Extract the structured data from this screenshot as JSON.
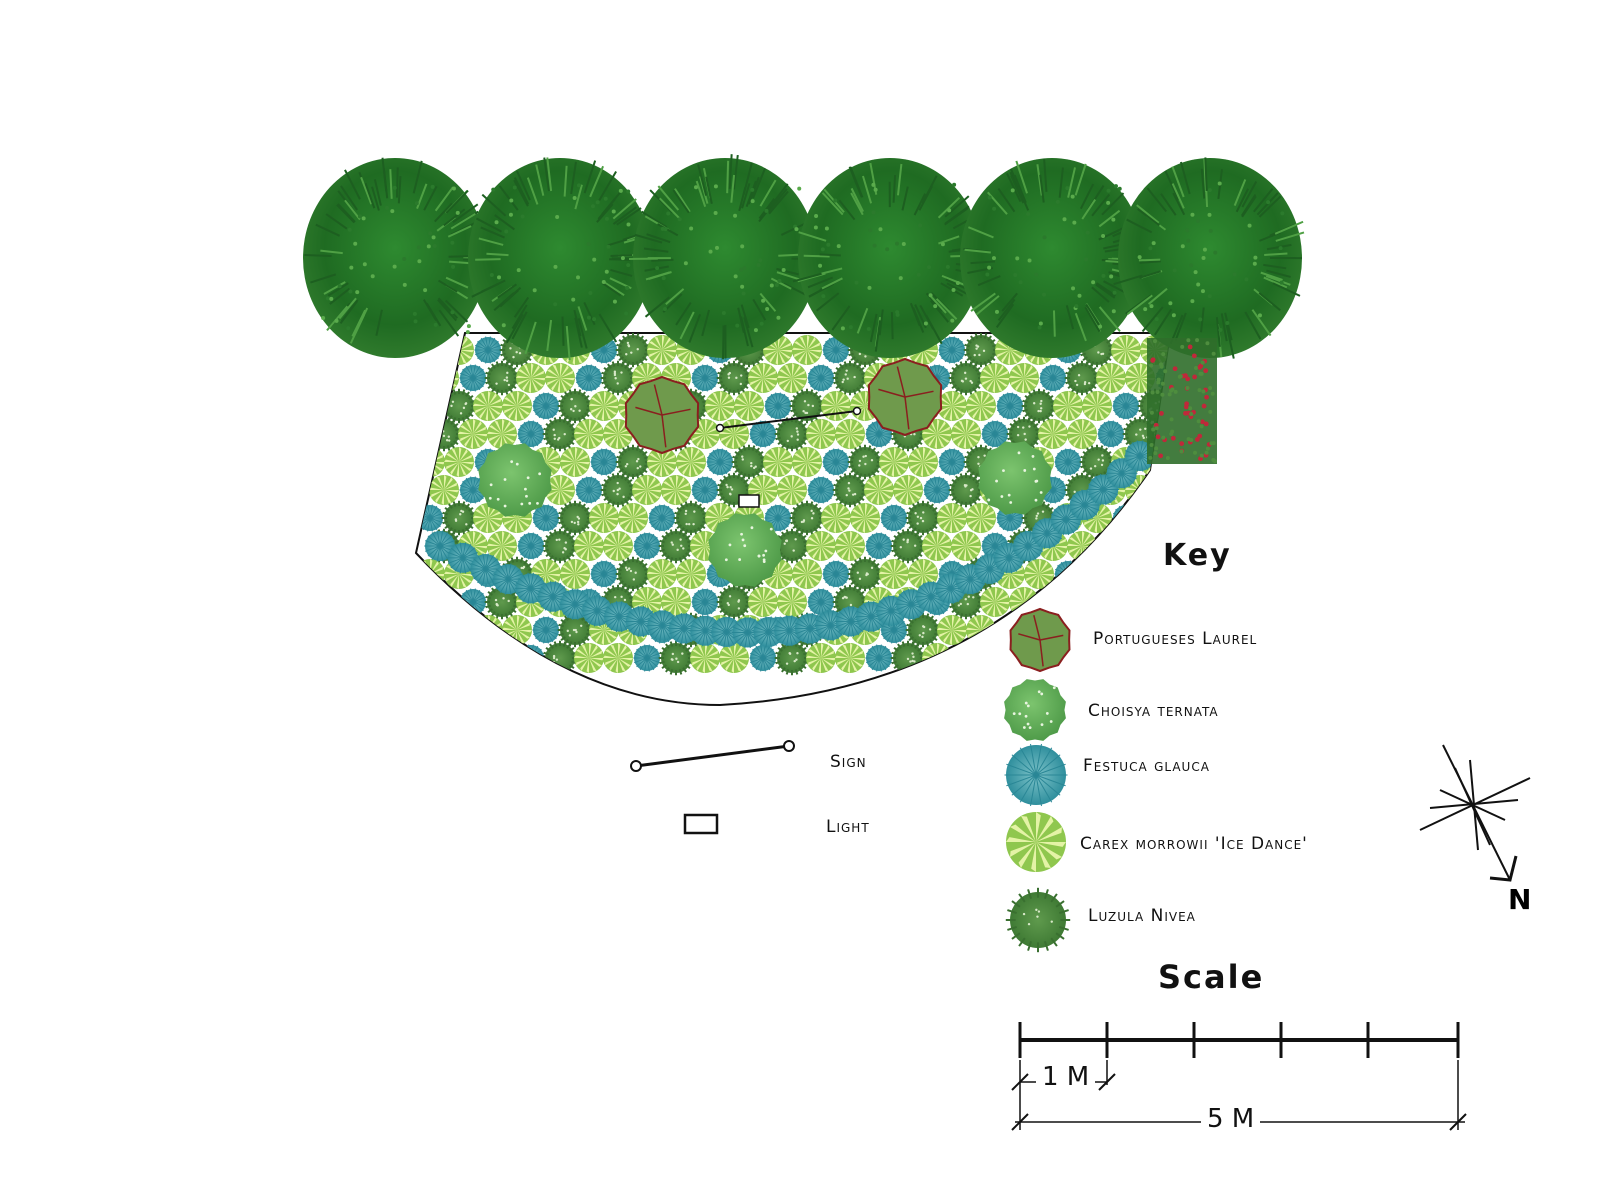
{
  "key": {
    "title": "Key",
    "items": [
      {
        "label": "Portugueses Laurel",
        "color": "#7a9a50",
        "icon": "laurel-icon"
      },
      {
        "label": "Choisya ternata",
        "color": "#5fae5a",
        "icon": "choisya-icon"
      },
      {
        "label": "Festuca glauca",
        "color": "#3a9aa8",
        "icon": "festuca-icon"
      },
      {
        "label": "Carex morrowii 'Ice Dance'",
        "color": "#9fcf5a",
        "icon": "carex-icon"
      },
      {
        "label": "Luzula Nivea",
        "color": "#4d8a3e",
        "icon": "luzula-icon"
      }
    ]
  },
  "symbols": {
    "sign": "Sign",
    "light": "Light"
  },
  "scale": {
    "title": "Scale",
    "unit_label": "1 M",
    "total_label": "5 M"
  },
  "north": "N",
  "colors": {
    "hedge_dark": "#1f6b22",
    "hedge_light": "#3e8f3a",
    "outline": "#111111"
  }
}
